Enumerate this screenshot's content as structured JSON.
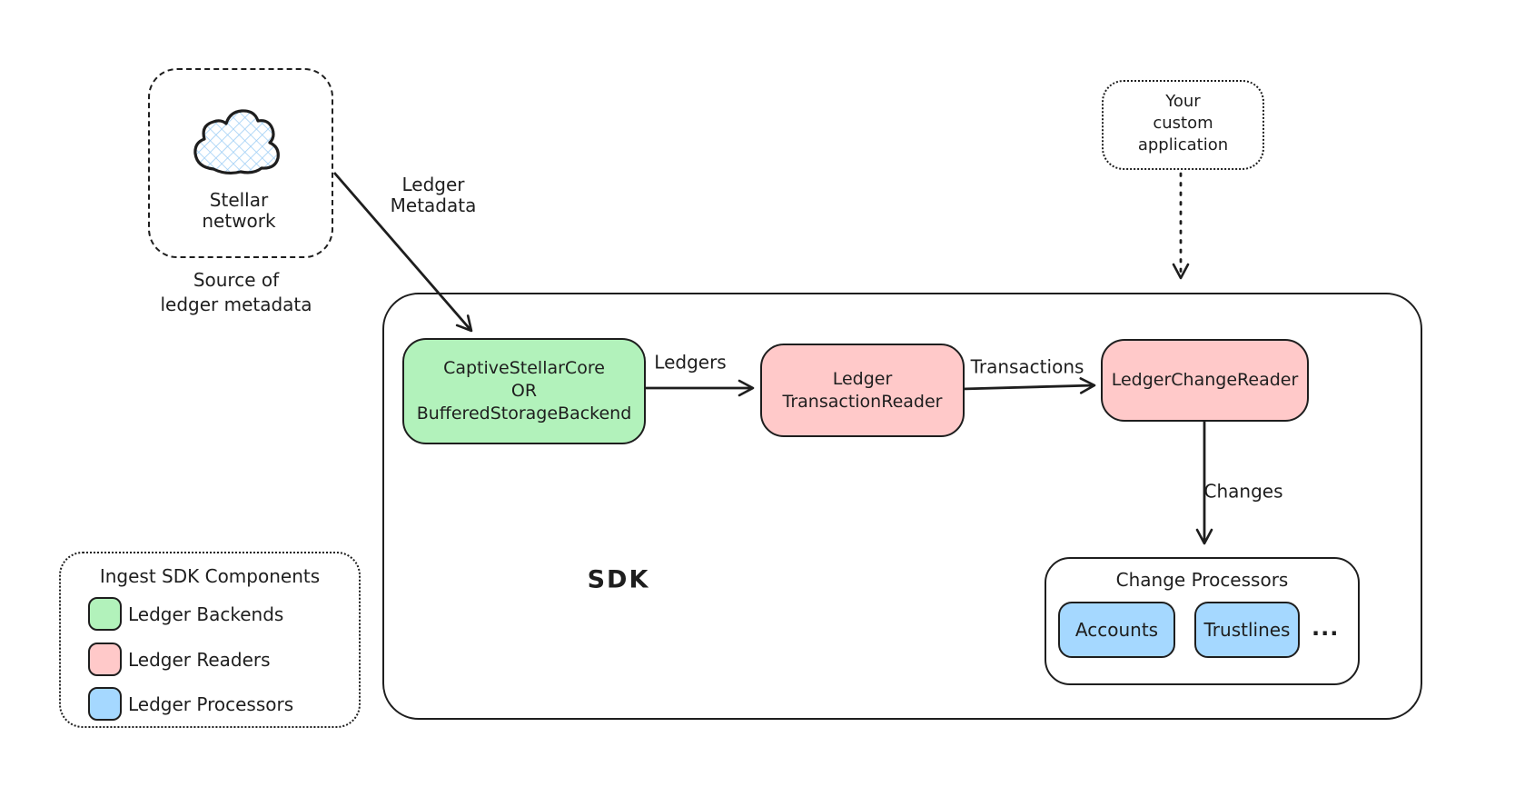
{
  "colors": {
    "stroke": "#1e1e1e",
    "green": "#b2f2bb",
    "pink": "#ffc9c9",
    "blue": "#a5d8ff",
    "cloud_hatch": "#9ecef5",
    "background": "#ffffff"
  },
  "source": {
    "title_line1": "Stellar",
    "title_line2": "network",
    "caption_line1": "Source of",
    "caption_line2": "ledger metadata"
  },
  "custom_app": {
    "line1": "Your",
    "line2": "custom",
    "line3": "application"
  },
  "sdk": {
    "label": "SDK"
  },
  "nodes": {
    "backend": {
      "line1": "CaptiveStellarCore",
      "line2": "OR",
      "line3": "BufferedStorageBackend"
    },
    "tx_reader": {
      "line1": "Ledger",
      "line2": "TransactionReader"
    },
    "change_reader": {
      "label": "LedgerChangeReader"
    },
    "change_processors": {
      "title": "Change Processors",
      "items": [
        "Accounts",
        "Trustlines"
      ],
      "ellipsis": "..."
    }
  },
  "edges": {
    "metadata_line1": "Ledger",
    "metadata_line2": "Metadata",
    "ledgers": "Ledgers",
    "transactions": "Transactions",
    "changes": "Changes"
  },
  "legend": {
    "title": "Ingest SDK Components",
    "items": [
      {
        "label": "Ledger Backends",
        "color": "#b2f2bb"
      },
      {
        "label": "Ledger Readers",
        "color": "#ffc9c9"
      },
      {
        "label": "Ledger Processors",
        "color": "#a5d8ff"
      }
    ]
  }
}
